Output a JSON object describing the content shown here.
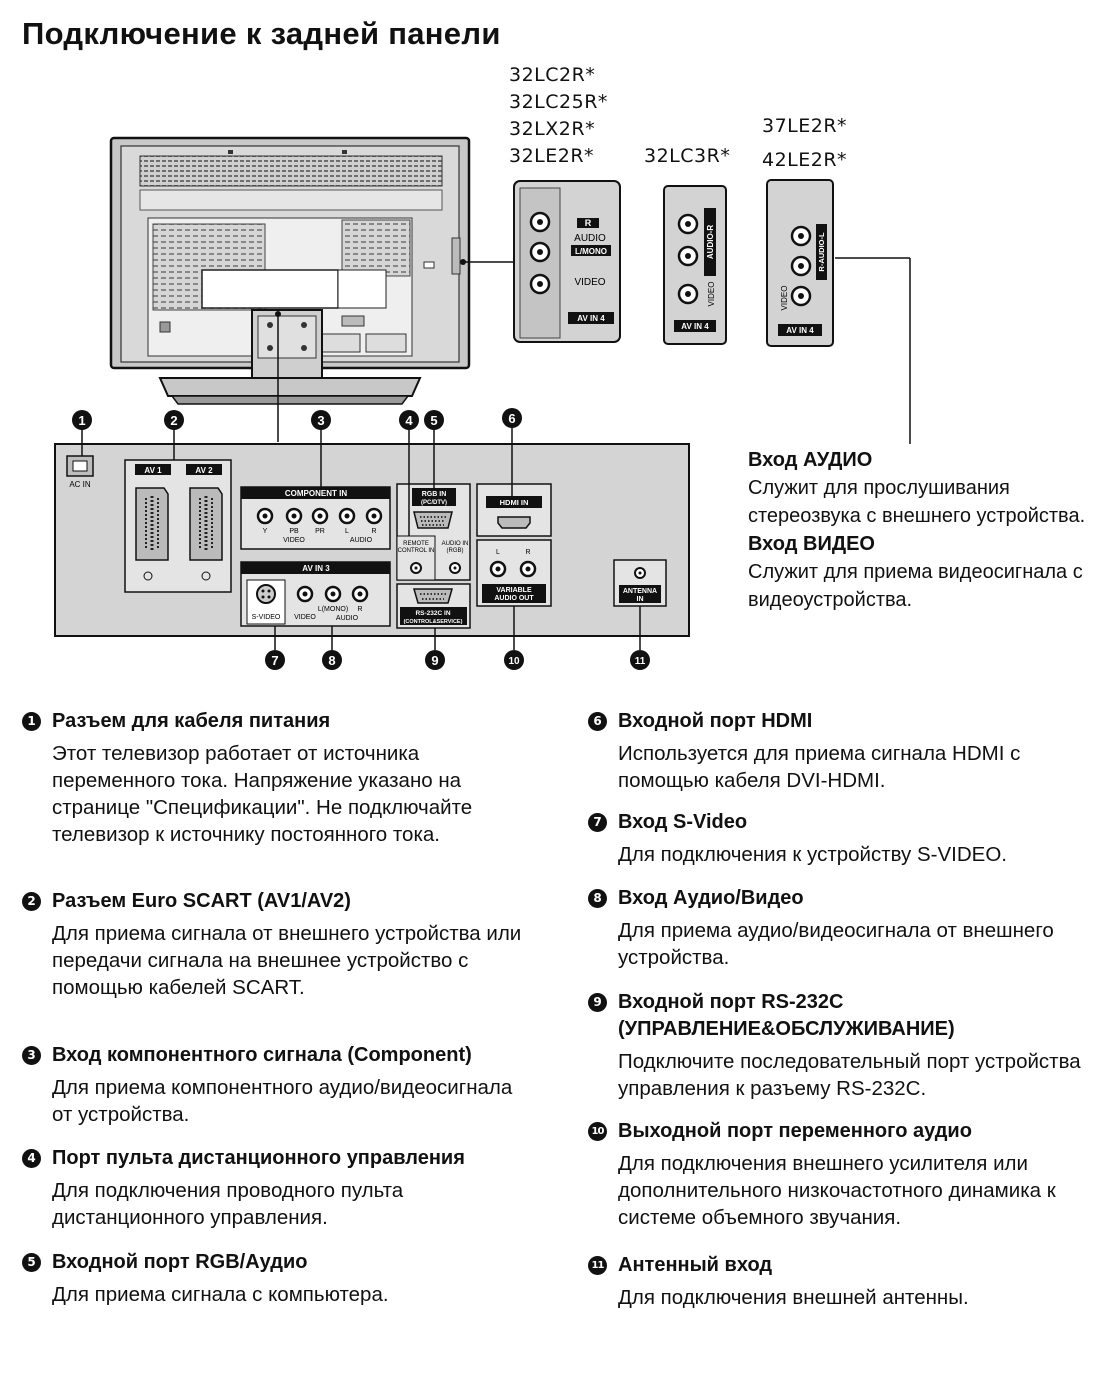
{
  "title": "Подключение к задней панели",
  "models": {
    "group1": [
      "32LC2R*",
      "32LC25R*",
      "32LX2R*",
      "32LE2R*"
    ],
    "group2": [
      "32LC3R*"
    ],
    "group3": [
      "37LE2R*",
      "42LE2R*"
    ]
  },
  "insets": {
    "audio": "AUDIO",
    "r": "R",
    "lmono": "L/MONO",
    "video": "VIDEO",
    "av_in4": "AV IN 4",
    "audio_r": "AUDIO-R",
    "r_audio": "R-AUDIO-L"
  },
  "panel": {
    "ac_in": "AC IN",
    "av1": "AV 1",
    "av2": "AV 2",
    "component_in": "COMPONENT IN",
    "comp_y": "Y",
    "comp_pb": "PB",
    "comp_pr": "PR",
    "comp_l": "L",
    "comp_r": "R",
    "comp_video": "VIDEO",
    "comp_audio": "AUDIO",
    "av_in3": "AV IN 3",
    "svideo": "S-VIDEO",
    "video": "VIDEO",
    "lmono": "L(MONO)",
    "r": "R",
    "audio": "AUDIO",
    "rgb_in": "RGB IN",
    "rgb_in_sub": "(PC/DTV)",
    "remote_1": "REMOTE",
    "remote_2": "CONTROL IN",
    "audio_in_1": "AUDIO IN",
    "audio_in_2": "(RGB)",
    "rs232_1": "RS-232C IN",
    "rs232_2": "(CONTROL&SERVICE)",
    "hdmi_in": "HDMI IN",
    "var_l": "L",
    "var_r": "R",
    "var_1": "VARIABLE",
    "var_2": "AUDIO OUT",
    "antenna_1": "ANTENNA",
    "antenna_2": "IN"
  },
  "callouts": [
    "1",
    "2",
    "3",
    "4",
    "5",
    "6",
    "7",
    "8",
    "9",
    "10",
    "11"
  ],
  "side_notes": {
    "audio_heading": "Вход АУДИО",
    "audio_text": "Служит для прослушивания стереозвука с внешнего устройства.",
    "video_heading": "Вход ВИДЕО",
    "video_text": "Служит для приема видеосигнала с видеоустройства."
  },
  "descriptions": {
    "left": [
      {
        "num": "1",
        "title": "Разъем для кабеля питания",
        "text": "Этот телевизор работает от источника переменного тока. Напряжение указано на странице \"Спецификации\". Не подключайте телевизор к источнику постоянного тока."
      },
      {
        "num": "2",
        "title": "Разъем Euro SCART (AV1/AV2)",
        "text": "Для приема сигнала от внешнего устройства или передачи сигнала на внешнее устройство с помощью кабелей SCART."
      },
      {
        "num": "3",
        "title": "Вход компонентного сигнала (Component)",
        "text": "Для приема компонентного аудио/видеосигнала от устройства."
      },
      {
        "num": "4",
        "title": "Порт пульта дистанционного управления",
        "text": "Для подключения проводного пульта дистанционного управления."
      },
      {
        "num": "5",
        "title": "Входной порт RGB/Аудио",
        "text": "Для приема сигнала с компьютера."
      }
    ],
    "right": [
      {
        "num": "6",
        "title": "Входной порт HDMI",
        "text": "Используется для приема сигнала HDMI с помощью кабеля DVI-HDMI."
      },
      {
        "num": "7",
        "title": "Вход S-Video",
        "text": "Для подключения к устройству S-VIDEO."
      },
      {
        "num": "8",
        "title": "Вход Аудио/Видео",
        "text": "Для приема аудио/видеосигнала от внешнего устройства."
      },
      {
        "num": "9",
        "title": "Входной порт RS-232C (УПРАВЛЕНИЕ&ОБСЛУЖИВАНИЕ)",
        "text": "Подключите последовательный порт устройства управления к разъему RS-232C."
      },
      {
        "num": "10",
        "title": "Выходной порт переменного аудио",
        "text": "Для подключения внешнего усилителя или дополнительного низкочастотного динамика к системе объемного звучания."
      },
      {
        "num": "11",
        "title": "Антенный вход",
        "text": "Для подключения внешней антенны."
      }
    ]
  }
}
